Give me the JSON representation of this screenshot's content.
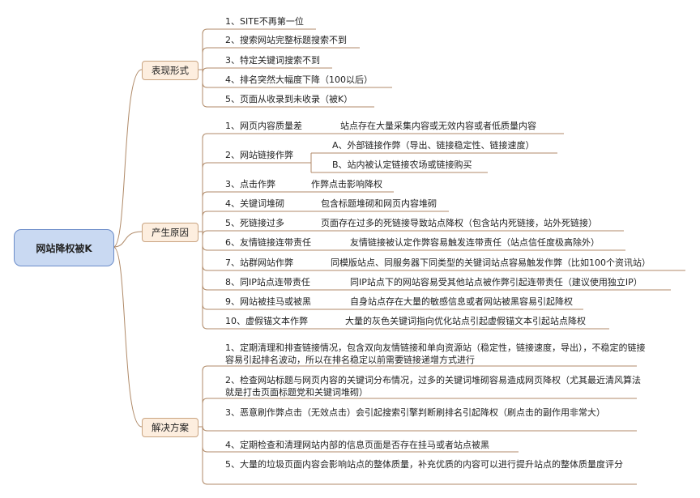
{
  "root": "网站降权被K",
  "branches": [
    {
      "label": "表现形式",
      "items": [
        {
          "text": "1、SITE不再第一位"
        },
        {
          "text": "2、搜索网站完整标题搜索不到"
        },
        {
          "text": "3、特定关键词搜索不到"
        },
        {
          "text": "4、排名突然大幅度下降（100以后）"
        },
        {
          "text": "5、页面从收录到未收录（被K）"
        }
      ]
    },
    {
      "label": "产生原因",
      "items": [
        {
          "text": "1、网页内容质量差",
          "detail": "站点存在大量采集内容或无效内容或者低质量内容"
        },
        {
          "text": "2、网站链接作弊",
          "children": [
            "A、外部链接作弊（导出、链接稳定性、链接速度）",
            "B、站内被认定链接农场或链接购买"
          ]
        },
        {
          "text": "3、点击作弊",
          "detail": "作弊点击影响降权"
        },
        {
          "text": "4、关键词堆砌",
          "detail": "包含标题堆砌和网页内容堆砌"
        },
        {
          "text": "5、死链接过多",
          "detail": "页面存在过多的死链接导致站点降权（包含站内死链接，站外死链接）"
        },
        {
          "text": "6、友情链接连带责任",
          "detail": "友情链接被认定作弊容易触发连带责任（站点信任度极高除外）"
        },
        {
          "text": "7、站群网站作弊",
          "detail": "同模版站点、同服务器下同类型的关键词站点容易触发作弊（比如100个资讯站）"
        },
        {
          "text": "8、同IP站点连带责任",
          "detail": "同IP站点下的网站容易受其他站点被作弊引起连带责任（建议使用独立IP）"
        },
        {
          "text": "9、网站被挂马或被黑",
          "detail": "自身站点存在大量的敏感信息或者网站被黑容易引起降权"
        },
        {
          "text": "10、虚假锚文本作弊",
          "detail": "大量的灰色关键词指向优化站点引起虚假锚文本引起站点降权"
        }
      ]
    },
    {
      "label": "解决方案",
      "items": [
        {
          "text": "1、定期清理和排查链接情况，包含双向友情链接和单向资源站（稳定性，链接速度，导出），不稳定的链接容易引起排名波动，所以在排名稳定以前需要链接递增方式进行"
        },
        {
          "text": "2、检查网站标题与网页内容的关键词分布情况，过多的关键词堆砌容易造成网页降权（尤其最近清风算法就是打击页面标题党和关键词堆砌）"
        },
        {
          "text": "3、恶意刷作弊点击（无效点击）会引起搜索引擎判断刷排名引起降权（刷点击的副作用非常大）"
        },
        {
          "text": "4、定期检查和清理网站内部的信息页面是否存在挂马或者站点被黑"
        },
        {
          "text": "5、大量的垃圾页面内容会影响站点的整体质量，补充优质的内容可以进行提升站点的整体质量度评分"
        }
      ]
    }
  ]
}
